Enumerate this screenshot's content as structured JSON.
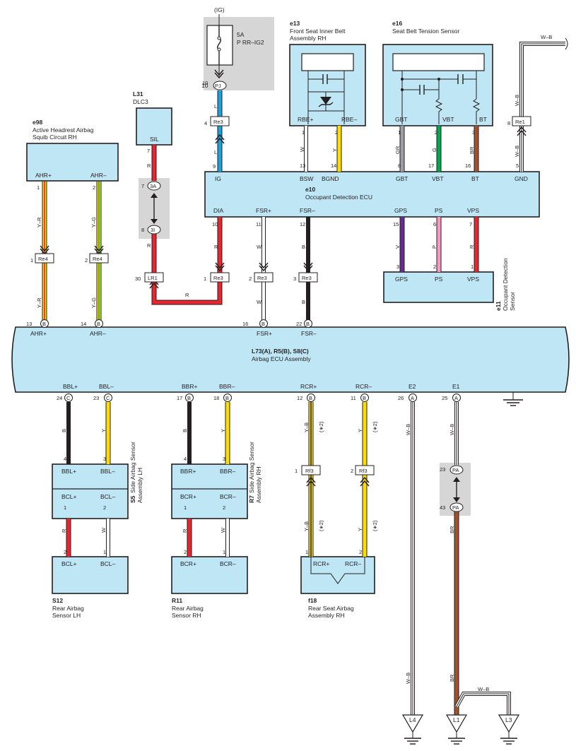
{
  "colors": {
    "box_fill": "#bfe6f5",
    "shade": "#d6d6d6",
    "red": "#e8262d",
    "blue": "#1aa2dc",
    "yellow": "#ffdc00",
    "black": "#231f20",
    "green": "#00a650",
    "gray": "#9d9fa2",
    "brown": "#a0522d",
    "purple": "#662d91",
    "pink": "#f49ac1"
  },
  "ig": {
    "label": "(IG)",
    "fuse_amp": "5A",
    "fuse_name": "P RR–IG2",
    "pj_pin": "10",
    "pj_label": "PJ"
  },
  "components": {
    "e98": {
      "code": "e98",
      "name1": "Active Headrest Airbag",
      "name2": "Squib Circuit RH",
      "pin1": "AHR+",
      "pin2": "AHR–"
    },
    "l31": {
      "code": "L31",
      "name1": "DLC3",
      "pin1": "SIL"
    },
    "e13": {
      "code": "e13",
      "name1": "Front Seat Inner Belt",
      "name2": "Assembly RH",
      "pin1": "RBE+",
      "pin2": "RBE–"
    },
    "e16": {
      "code": "e16",
      "name1": "Seat Belt Tension Sensor",
      "pin1": "GBT",
      "pin2": "VBT",
      "pin3": "BT"
    },
    "e10": {
      "code": "e10",
      "name1": "Occupant Detection ECU",
      "top": [
        "IG",
        "BSW",
        "BGND",
        "GBT",
        "VBT",
        "BT",
        "GND"
      ],
      "bottom": [
        "DIA",
        "FSR+",
        "FSR–",
        "GPS",
        "PS",
        "VPS"
      ]
    },
    "e11": {
      "code": "e11",
      "name1": "Occupant Detection",
      "name2": "Sensor",
      "pins": [
        "GPS",
        "PS",
        "VPS"
      ]
    },
    "ecu": {
      "code": "L73(A), R5(B), S8(C)",
      "name1": "Airbag ECU Assembly",
      "top_labels": [
        "AHR+",
        "AHR–",
        "FSR+",
        "FSR–"
      ],
      "bottom_labels": [
        "BBL+",
        "BBL–",
        "BBR+",
        "BBR–",
        "RCR+",
        "RCR–",
        "E2",
        "E1"
      ]
    },
    "s5": {
      "code": "S5",
      "name1": "Side Airbag Sensor",
      "name2": "Assembly LH",
      "pins": [
        "BBL+",
        "BBL–",
        "BCL+",
        "BCL–"
      ]
    },
    "r7": {
      "code": "R7",
      "name1": "Side Airbag Sensor",
      "name2": "Assembly RH",
      "pins": [
        "BBR+",
        "BBR–",
        "BCR+",
        "BCR–"
      ]
    },
    "s12": {
      "code": "S12",
      "name1": "Rear Airbag",
      "name2": "Sensor LH",
      "pins": [
        "BCL+",
        "BCL–"
      ]
    },
    "r11": {
      "code": "R11",
      "name1": "Rear Airbag",
      "name2": "Sensor RH",
      "pins": [
        "BCR+",
        "BCR–"
      ]
    },
    "f18": {
      "code": "f18",
      "name1": "Rear Seat Airbag",
      "name2": "Assembly RH",
      "pins": [
        "RCR+",
        "RCR–"
      ]
    }
  },
  "connectors": {
    "re3": "Re3",
    "re4": "Re4",
    "re1": "Re1",
    "rf3": "Rf3",
    "lr1": "LR1",
    "j3a": "3A",
    "j3i": "3I",
    "pa": "PA",
    "b": "B",
    "c": "C",
    "a": "A"
  },
  "wires": {
    "L": "L",
    "R": "R",
    "W": "W",
    "Y": "Y",
    "B": "B",
    "GR": "GR",
    "G": "G",
    "BR": "BR",
    "V": "V",
    "P": "P",
    "YR": "Y–R",
    "YG": "Y–G",
    "YB": "Y–B",
    "WB": "W–B",
    "star2": "(∗2)"
  },
  "grounds": {
    "l1": "L1",
    "l3": "L3",
    "l4": "L4"
  }
}
